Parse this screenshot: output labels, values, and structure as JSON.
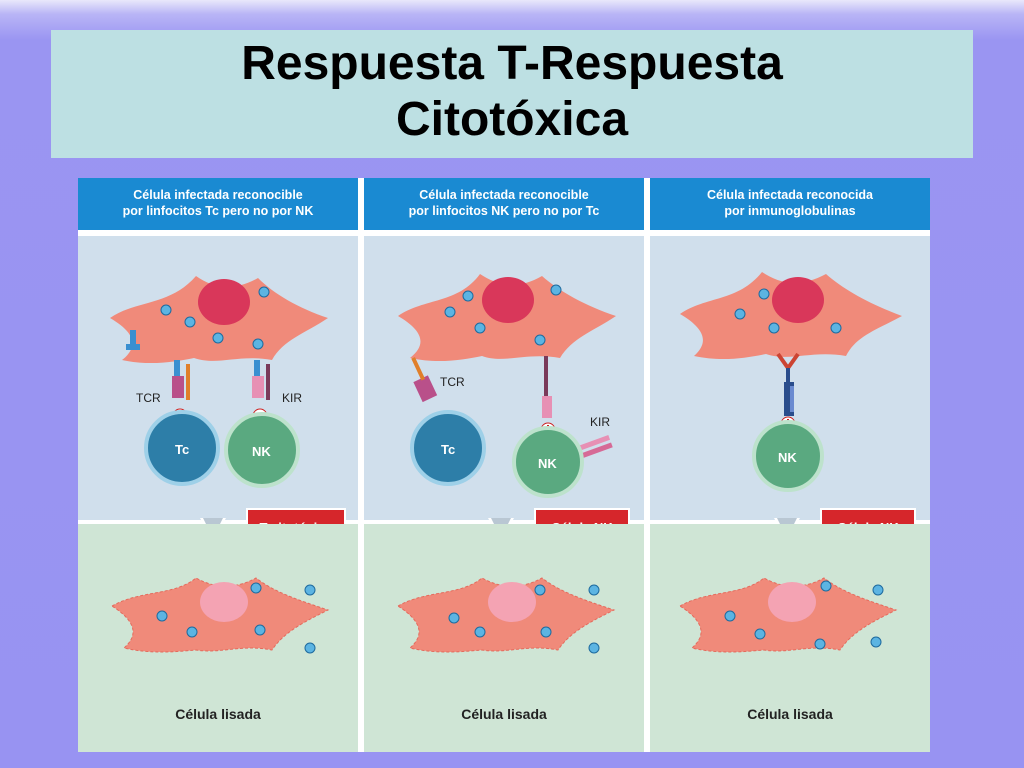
{
  "title": {
    "line1": "Respuesta T-Respuesta",
    "line2": "Citotóxica"
  },
  "columns": [
    {
      "header_line1": "Célula infectada reconocible",
      "header_line2": "por linfocitos Tc pero no por NK",
      "receptor_left": "TCR",
      "receptor_right": "KIR",
      "cell_left": "Tc",
      "cell_right": "NK",
      "result_label": "T citotóxico",
      "bottom_label": "Célula lisada"
    },
    {
      "header_line1": "Célula infectada reconocible",
      "header_line2": "por linfocitos NK pero no por Tc",
      "receptor_left": "TCR",
      "receptor_right": "KIR",
      "cell_left": "Tc",
      "cell_right": "NK",
      "result_label": "Célula NK",
      "bottom_label": "Célula lisada"
    },
    {
      "header_line1": "Célula infectada reconocida",
      "header_line2": "por inmunoglobulinas",
      "cell_center": "NK",
      "result_label": "Célula NK",
      "bottom_label": "Célula lisada"
    }
  ],
  "colors": {
    "header_blue": "#1a8ad2",
    "result_red": "#d6262b",
    "infected_cell": "#f08a7a",
    "nucleus": "#d9375a",
    "tc_cell": "#2d7ea8",
    "nk_cell": "#5aa980"
  }
}
